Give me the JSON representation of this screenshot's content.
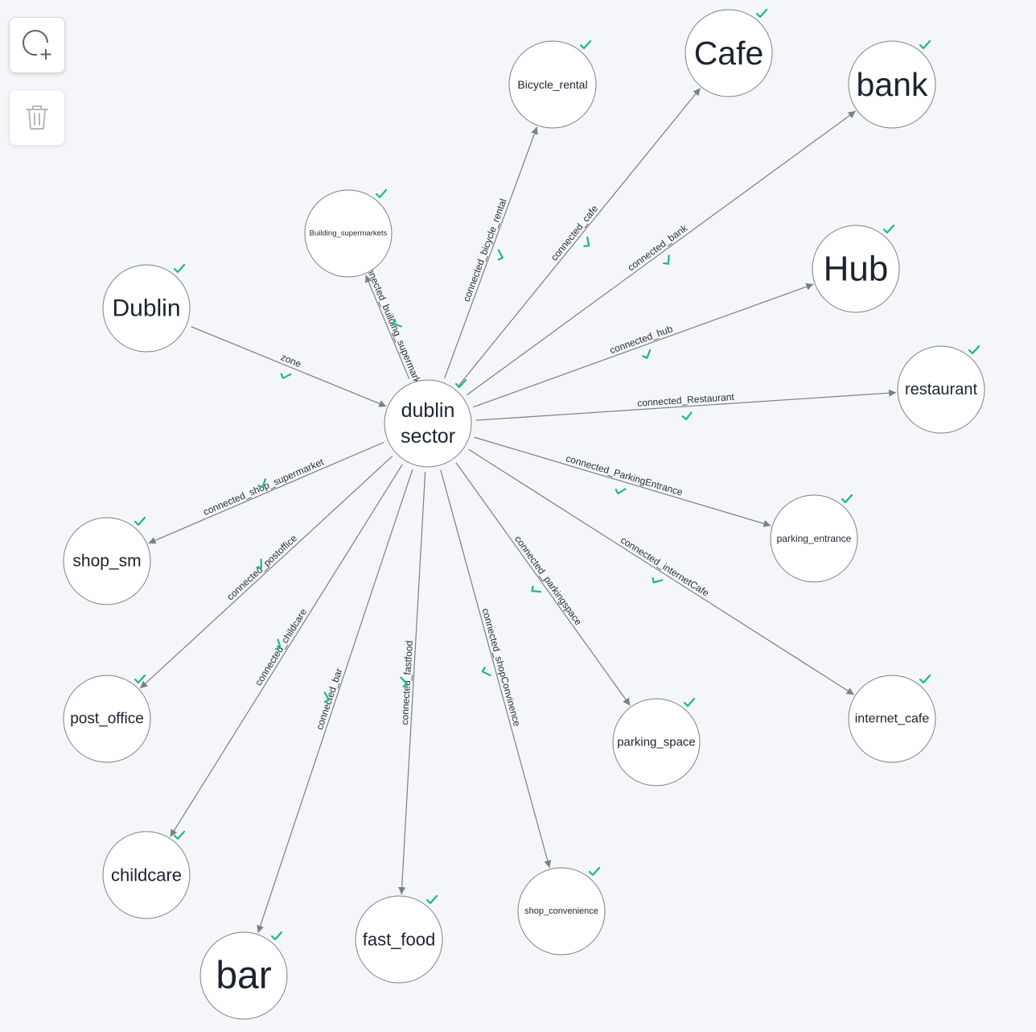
{
  "toolbar": {
    "add_icon": "add-node-icon",
    "delete_icon": "trash-icon"
  },
  "colors": {
    "background": "#f4f6fa",
    "node_stroke": "#7b7f86",
    "edge": "#7b7f86",
    "check": "#1fb87f",
    "text": "#1c2330"
  },
  "nodes": [
    {
      "id": "dublin_sector",
      "lines": [
        "dublin",
        "sector"
      ]
    },
    {
      "id": "dublin",
      "lines": [
        "Dublin"
      ]
    },
    {
      "id": "building_supermarkets",
      "lines": [
        "Building_supermarkets"
      ]
    },
    {
      "id": "bicycle_rental",
      "lines": [
        "Bicycle_rental"
      ]
    },
    {
      "id": "cafe",
      "lines": [
        "Cafe"
      ]
    },
    {
      "id": "bank",
      "lines": [
        "bank"
      ]
    },
    {
      "id": "hub",
      "lines": [
        "Hub"
      ]
    },
    {
      "id": "restaurant",
      "lines": [
        "restaurant"
      ]
    },
    {
      "id": "parking_entrance",
      "lines": [
        "parking_entrance"
      ]
    },
    {
      "id": "internet_cafe",
      "lines": [
        "internet_cafe"
      ]
    },
    {
      "id": "parking_space",
      "lines": [
        "parking_space"
      ]
    },
    {
      "id": "shop_convenience",
      "lines": [
        "shop_convenience"
      ]
    },
    {
      "id": "fast_food",
      "lines": [
        "fast_food"
      ]
    },
    {
      "id": "bar",
      "lines": [
        "bar"
      ]
    },
    {
      "id": "childcare",
      "lines": [
        "childcare"
      ]
    },
    {
      "id": "post_office",
      "lines": [
        "post_office"
      ]
    },
    {
      "id": "shop_sm",
      "lines": [
        "shop_sm"
      ]
    }
  ],
  "edges": [
    {
      "from": "dublin",
      "to": "dublin_sector",
      "label": "zone"
    },
    {
      "from": "dublin_sector",
      "to": "building_supermarkets",
      "label": "connected_building_supermarket"
    },
    {
      "from": "dublin_sector",
      "to": "bicycle_rental",
      "label": "connected_bicycle_rental"
    },
    {
      "from": "dublin_sector",
      "to": "cafe",
      "label": "connected_cafe"
    },
    {
      "from": "dublin_sector",
      "to": "bank",
      "label": "connected_bank"
    },
    {
      "from": "dublin_sector",
      "to": "hub",
      "label": "connected_hub"
    },
    {
      "from": "dublin_sector",
      "to": "restaurant",
      "label": "connected_Restaurant"
    },
    {
      "from": "dublin_sector",
      "to": "parking_entrance",
      "label": "connected_ParkingEntrance"
    },
    {
      "from": "dublin_sector",
      "to": "internet_cafe",
      "label": "connected_internetCafe"
    },
    {
      "from": "dublin_sector",
      "to": "parking_space",
      "label": "connected_parkingspace"
    },
    {
      "from": "dublin_sector",
      "to": "shop_convenience",
      "label": "connected_shopConvinence"
    },
    {
      "from": "dublin_sector",
      "to": "fast_food",
      "label": "connected_fastfood"
    },
    {
      "from": "dublin_sector",
      "to": "bar",
      "label": "connected_bar"
    },
    {
      "from": "dublin_sector",
      "to": "childcare",
      "label": "connected_childcare"
    },
    {
      "from": "dublin_sector",
      "to": "post_office",
      "label": "connected_postoffice"
    },
    {
      "from": "dublin_sector",
      "to": "shop_sm",
      "label": "connected_shop_supermarket"
    }
  ]
}
